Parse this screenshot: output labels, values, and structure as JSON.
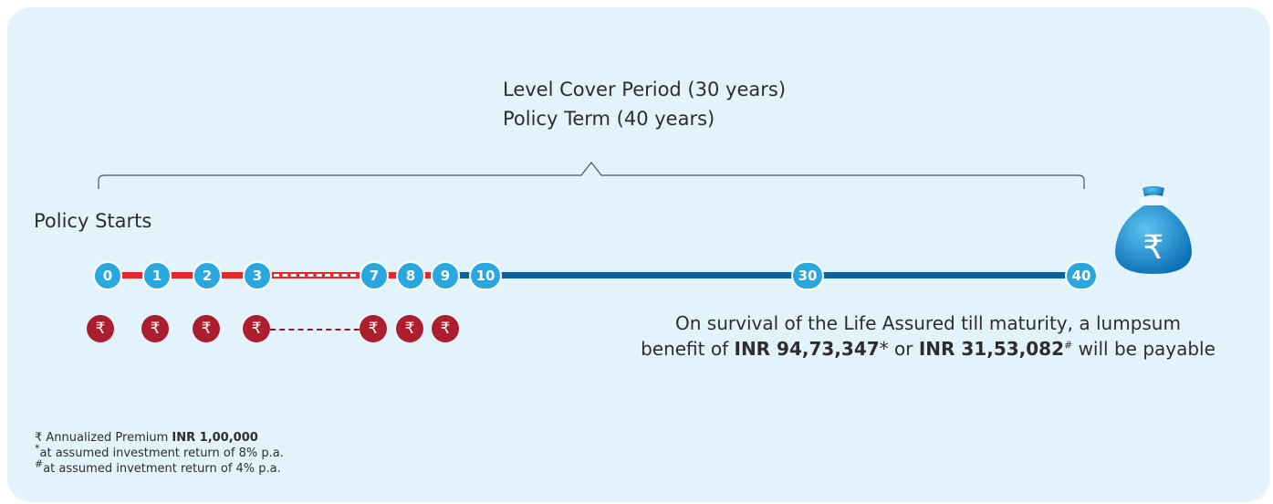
{
  "header": {
    "line1": "Level Cover Period (30 years)",
    "line2": "Policy Term (40 years)"
  },
  "timeline": {
    "start_label": "Policy Starts",
    "nodes": [
      "0",
      "1",
      "2",
      "3",
      "7",
      "8",
      "9",
      "10",
      "30",
      "40"
    ]
  },
  "premium": {
    "symbol": "₹",
    "count": 7
  },
  "moneybag_icon": "money-bag-rupee-icon",
  "benefit": {
    "line1": "On survival of the Life Assured till maturity, a lumpsum",
    "prefix": "benefit of ",
    "amount1": "INR 94,73,347",
    "mark1": "*",
    "connector": " or ",
    "amount2": "INR 31,53,082",
    "mark2": "#",
    "suffix": " will be payable"
  },
  "notes": {
    "premium_prefix": "₹ Annualized Premium ",
    "premium_amount": "INR 1,00,000",
    "note1_mark": "*",
    "note1": "at assumed investment return of 8% p.a.",
    "note2_mark": "#",
    "note2": "at assumed invetment return of 4% p.a."
  },
  "colors": {
    "background": "#e3f3fb",
    "premium_track": "#e42a28",
    "term_track": "#0f5f9b",
    "node": "#29a7df",
    "coin": "#ac1e2d"
  }
}
